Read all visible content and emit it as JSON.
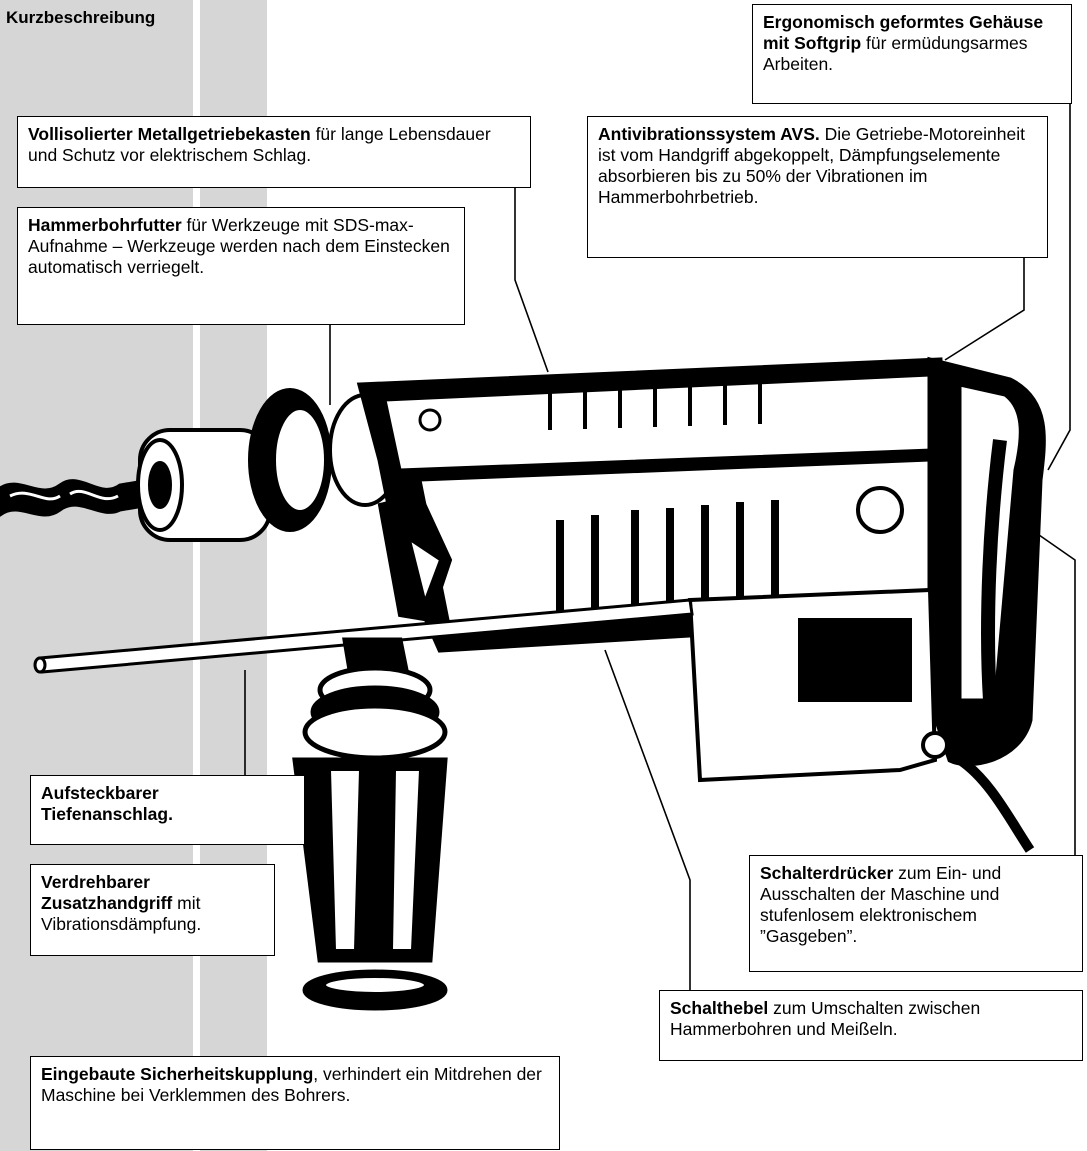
{
  "heading": "Kurzbeschreibung",
  "callouts": {
    "softgrip": {
      "bold": "Ergonomisch geformtes Gehäuse mit Softgrip",
      "text": " für ermüdungsarmes Arbeiten."
    },
    "metall": {
      "bold": "Vollisolierter Metallgetriebekasten",
      "text": " für lange Lebensdauer und Schutz vor elektrischem Schlag."
    },
    "avs": {
      "bold": "Antivibrationssystem AVS.",
      "text": " Die Getriebe-Motoreinheit ist vom Handgriff abgekoppelt, Dämpfungselemente absorbieren bis zu 50% der Vibrationen im Hammerbohrbetrieb."
    },
    "futter": {
      "bold": "Hammerbohrfutter",
      "text": " für Werkzeuge mit SDS-max-Aufnahme – Werkzeuge werden nach dem Einstecken automatisch verriegelt."
    },
    "tiefen": {
      "bold": "Aufsteckbarer Tiefenanschlag.",
      "text": ""
    },
    "zusatz": {
      "bold": "Verdrehbarer Zusatzhandgriff",
      "text": " mit Vibrationsdämpfung."
    },
    "schalter": {
      "bold": "Schalterdrücker",
      "text": " zum Ein- und Ausschalten der Maschine und stufenlosem elektronischem ”Gasgeben”."
    },
    "hebel": {
      "bold": "Schalthebel",
      "text": " zum Umschalten zwischen Hammerbohren und Meißeln."
    },
    "kupplung": {
      "bold": "Eingebaute Sicherheitskupplung",
      "text": ", verhindert ein Mitdrehen der Maschine bei Verklemmen des Bohrers."
    }
  },
  "colors": {
    "strip": "#d6d6d6",
    "ink": "#000000",
    "paper": "#ffffff"
  }
}
